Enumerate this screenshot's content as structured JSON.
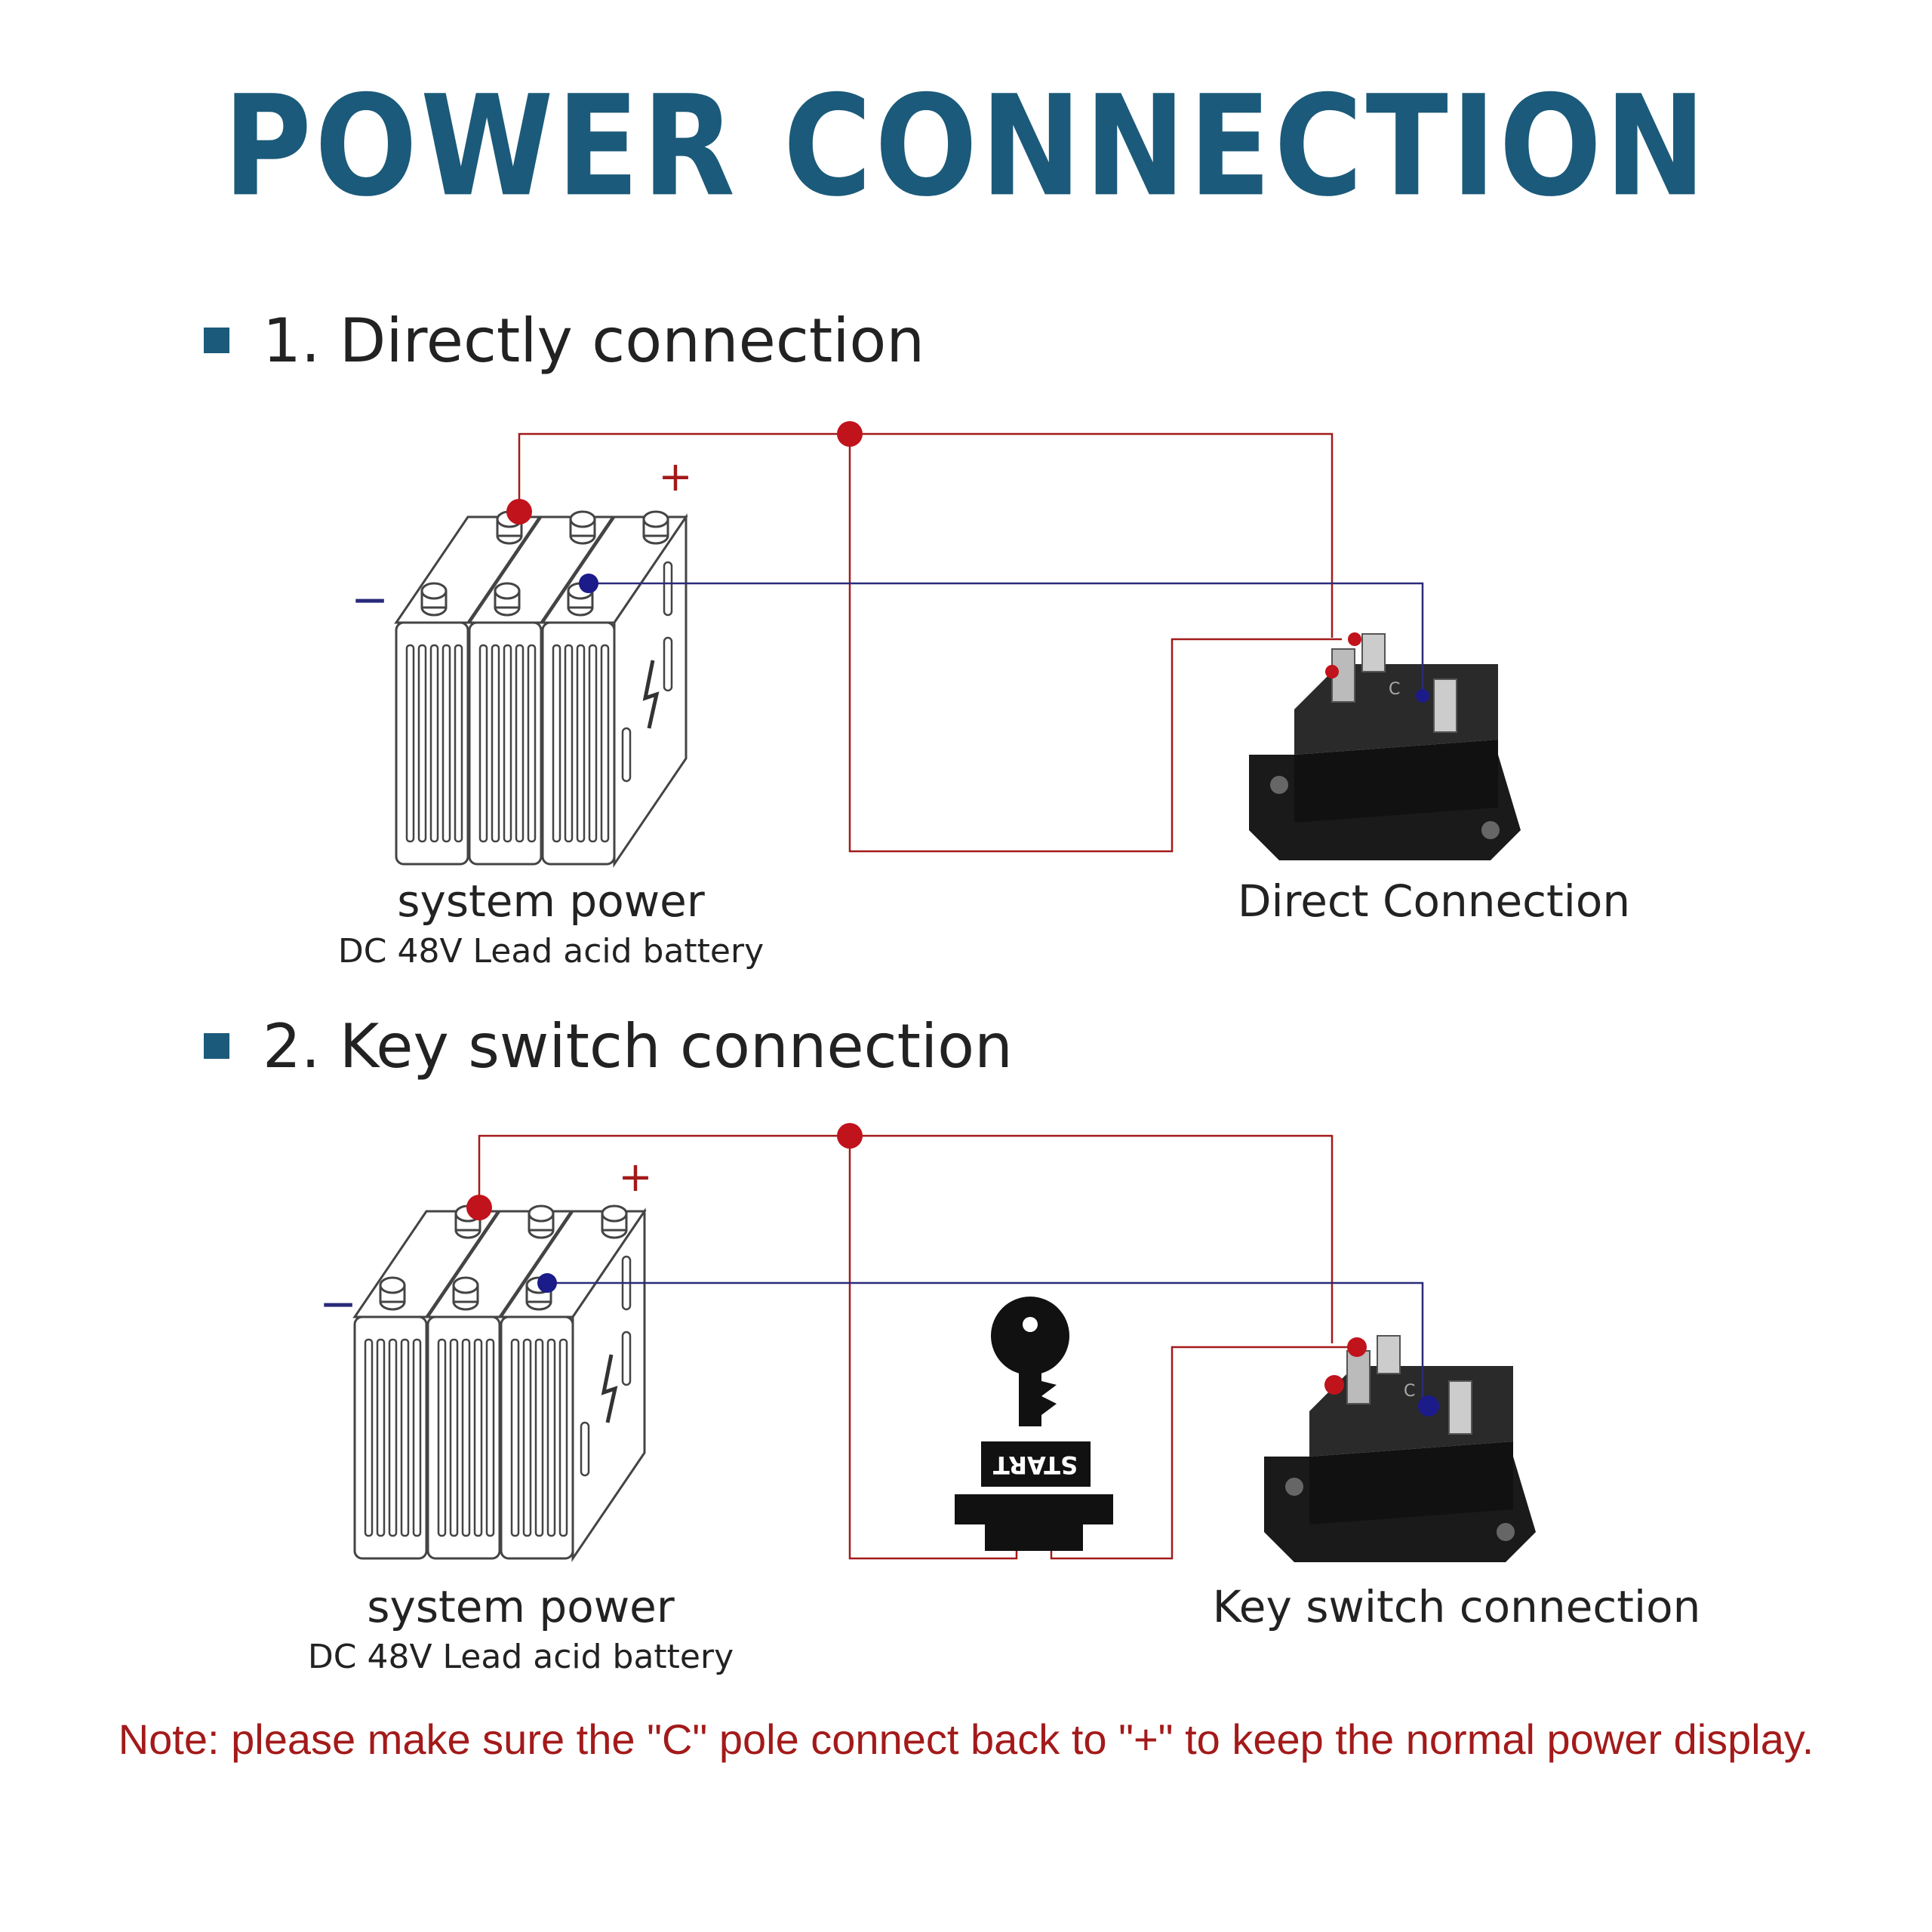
{
  "title": "POWER CONNECTION",
  "section1": {
    "heading": "1. Directly connection",
    "battery_label": "system power",
    "battery_sublabel": "DC 48V Lead acid battery",
    "device_label": "Direct Connection",
    "plus_sign": "+",
    "minus_sign": "−"
  },
  "section2": {
    "heading": "2. Key switch connection",
    "battery_label": "system power",
    "battery_sublabel": "DC 48V Lead acid battery",
    "device_label": "Key switch connection",
    "plus_sign": "+",
    "minus_sign": "−",
    "key_text": "START"
  },
  "note": "Note: please make sure the \"C\" pole connect back to \"+\" to keep the normal power display.",
  "colors": {
    "title": "#1b5a7a",
    "positive_wire": "#a31a1a",
    "negative_wire": "#2a2a7a",
    "note": "#a31a1a"
  }
}
